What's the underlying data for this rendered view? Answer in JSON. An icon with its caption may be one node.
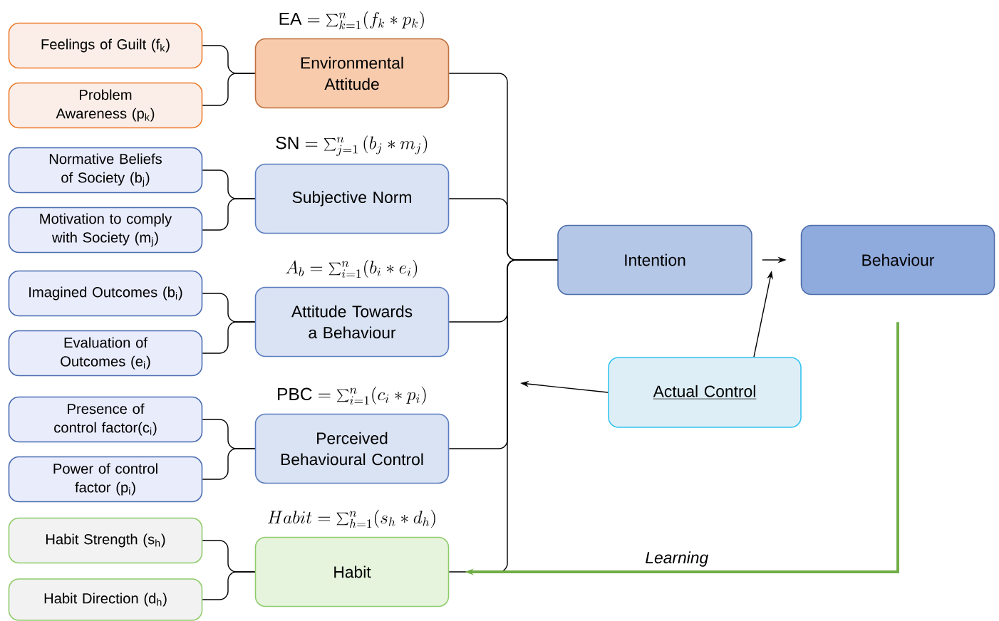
{
  "diagram": {
    "nodes": [
      {
        "text": [
          "Feelings of Guilt (f$_{k}$)"
        ]
      },
      {
        "text": [
          "Problem Awareness (p$_{k}$)"
        ]
      },
      {
        "text": [
          "Normative Beliefs of Society (b$_{j}$)"
        ]
      },
      {
        "text": [
          "Motivation to comply with Society (m$_{j}$)"
        ]
      },
      {
        "text": [
          "Imagined Outcomes (b$_{i}$)"
        ]
      },
      {
        "text": [
          "Evaluation of Outcomes (e$_{i}$)"
        ]
      },
      {
        "text": [
          "Presence of control factor(c$_{i}$)"
        ]
      },
      {
        "text": [
          "Power of control factor (p$_{i}$)"
        ]
      },
      {
        "text": [
          "Habit Strength (s$_{h}$)"
        ]
      },
      {
        "text": [
          "Habit Direction (d$_{h}$)"
        ]
      },
      {
        "text": [
          "Environmental Attitude"
        ],
        "beside": [
          "\\mathrm{EA} = \\sum_{k=1}^{n}(f_k * p_k)"
        ]
      },
      {
        "text": [
          "Subjective Norm"
        ],
        "beside": [
          "\\mathrm{SN} = \\sum_{j=1}^{n}\\left(b_j * m_j\\right)"
        ]
      },
      {
        "text": [
          "Attitude Towards a Behaviour"
        ],
        "beside": [
          "A_b = \\sum_{i=1}^{n}(b_i * e_i)"
        ]
      },
      {
        "text": [
          "Perceived Behavioural Control"
        ],
        "beside": [
          "\\mathrm{PBC} = \\sum_{i=1}^{n}(c_i * p_i)"
        ]
      },
      {
        "text": [
          "Habit"
        ],
        "beside": [
          "Habit = \\sum_{h=1}^{n}(s_h * d_h)"
        ]
      },
      {
        "text": [
          "Intention"
        ]
      },
      {
        "text": [
          "Behaviour"
        ]
      },
      {
        "text": [
          "Actual Control"
        ]
      }
    ],
    "edges": [
      {
        "from": 0,
        "to": 10,
        "arrow": "none"
      },
      {
        "from": 1,
        "to": 10,
        "arrow": "none"
      },
      {
        "from": 2,
        "to": 11,
        "arrow": "none"
      },
      {
        "from": 3,
        "to": 11,
        "arrow": "none"
      },
      {
        "from": 4,
        "to": 12,
        "arrow": "none"
      },
      {
        "from": 5,
        "to": 12,
        "arrow": "none"
      },
      {
        "from": 6,
        "to": 13,
        "arrow": "none"
      },
      {
        "from": 7,
        "to": 13,
        "arrow": "none"
      },
      {
        "from": 8,
        "to": 14,
        "arrow": "none"
      },
      {
        "from": 9,
        "to": 14,
        "arrow": "none"
      },
      {
        "from": 10,
        "to": 15,
        "arrow": "none"
      },
      {
        "from": 11,
        "to": 15,
        "arrow": "none"
      },
      {
        "from": 12,
        "to": 15,
        "arrow": "none"
      },
      {
        "from": 13,
        "to": 15,
        "arrow": "none"
      },
      {
        "from": 14,
        "to": 15,
        "arrow": "none"
      },
      {
        "from": 15,
        "to": 16,
        "arrow": "to"
      },
      {
        "from": 17,
        "to": null,
        "arrow": "to"
      },
      {
        "from": 17,
        "to": null,
        "arrow": "to"
      },
      {
        "from": 16,
        "to": 14,
        "arrow": "to",
        "label": "Learning",
        "style": "thick",
        "color": "#70ad47"
      }
    ]
  }
}
